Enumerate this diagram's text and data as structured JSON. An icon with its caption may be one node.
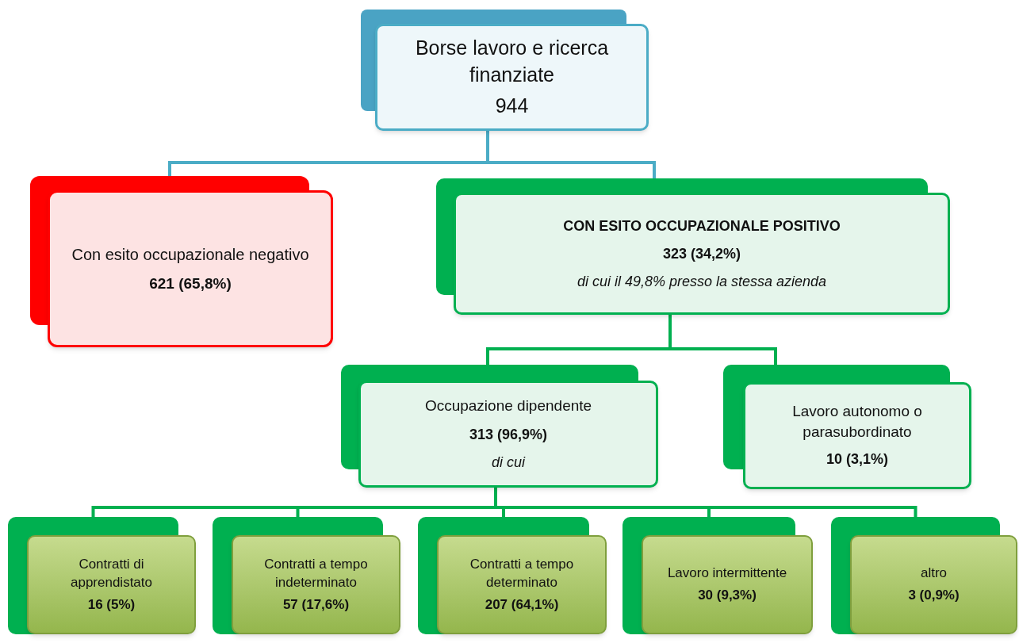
{
  "diagram": {
    "nodes": [
      {
        "text": [
          "Borse lavoro e ricerca finanziate",
          "944"
        ]
      },
      {
        "text": [
          "Con esito occupazionale negativo",
          "621 (65,8%)"
        ]
      },
      {
        "text": [
          "CON ESITO OCCUPAZIONALE POSITIVO",
          "323 (34,2%)",
          "di cui il 49,8% presso la stessa azienda"
        ]
      },
      {
        "text": [
          "Occupazione dipendente",
          "313 (96,9%)",
          "di cui"
        ]
      },
      {
        "text": [
          "Lavoro autonomo o parasubordinato",
          "10 (3,1%)"
        ]
      },
      {
        "text": [
          "Contratti di apprendistato",
          "16 (5%)"
        ]
      },
      {
        "text": [
          "Contratti a tempo indeterminato",
          "57 (17,6%)"
        ]
      },
      {
        "text": [
          "Contratti a tempo determinato",
          "207 (64,1%)"
        ]
      },
      {
        "text": [
          "Lavoro intermittente",
          "30 (9,3%)"
        ]
      },
      {
        "text": [
          "altro",
          "3 (0,9%)"
        ]
      }
    ],
    "edges": [
      {
        "from": 0,
        "to": 1,
        "arrow": "none",
        "color": "#4bacc6"
      },
      {
        "from": 0,
        "to": 2,
        "arrow": "none",
        "color": "#4bacc6"
      },
      {
        "from": 2,
        "to": 3,
        "arrow": "none"
      },
      {
        "from": 2,
        "to": 4,
        "arrow": "none"
      },
      {
        "from": 3,
        "to": 5,
        "arrow": "none"
      },
      {
        "from": 3,
        "to": 6,
        "arrow": "none"
      },
      {
        "from": 3,
        "to": 7,
        "arrow": "none"
      },
      {
        "from": 3,
        "to": 8,
        "arrow": "none"
      },
      {
        "from": 3,
        "to": 9,
        "arrow": "none"
      }
    ]
  }
}
